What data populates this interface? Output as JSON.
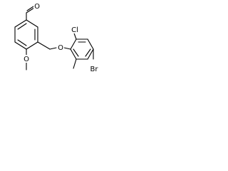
{
  "diagram": {
    "labels": {
      "aldehyde_oxygen": "O",
      "methoxy_group": "O",
      "ether_oxygen": "O",
      "chlorine": "Cl",
      "bromine": "Br"
    }
  }
}
